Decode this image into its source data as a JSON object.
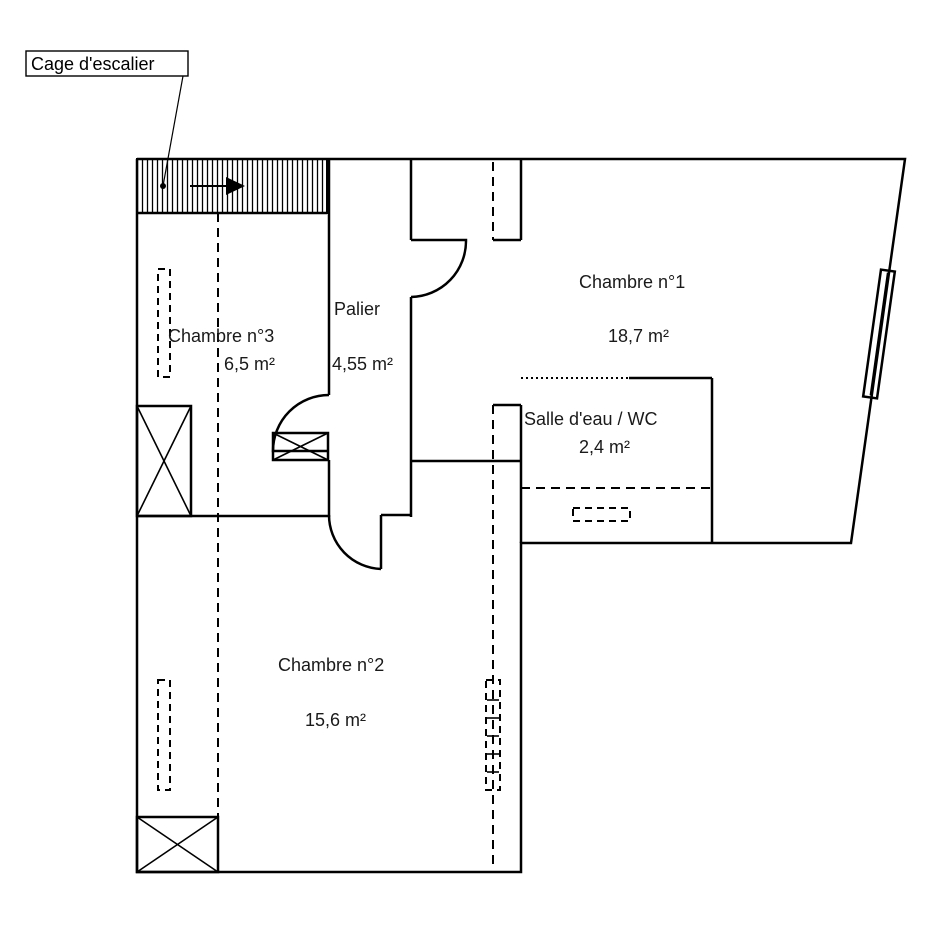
{
  "callout": {
    "stair_label": "Cage d'escalier"
  },
  "rooms": {
    "chambre1": {
      "name": "Chambre n°1",
      "area": "18,7  m²"
    },
    "chambre2": {
      "name": "Chambre n°2",
      "area": "15,6  m²"
    },
    "chambre3": {
      "name": "Chambre n°3",
      "area": "6,5  m²"
    },
    "palier": {
      "name": "Palier",
      "area": "4,55  m²"
    },
    "salle_eau": {
      "name": "Salle d'eau / WC",
      "area": "2,4  m²"
    }
  }
}
